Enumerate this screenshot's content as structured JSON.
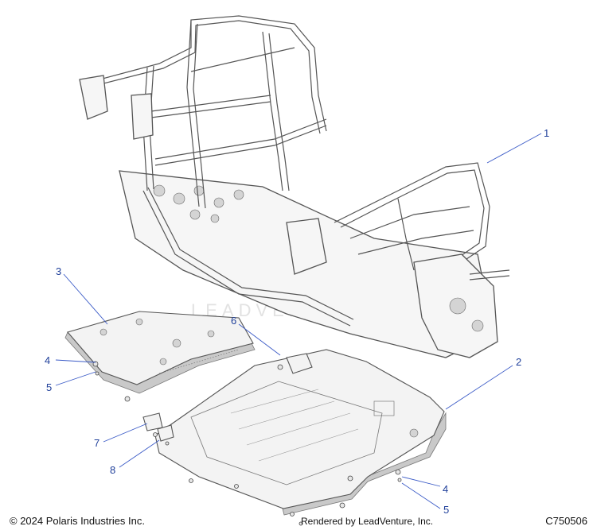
{
  "callouts": {
    "c1": "1",
    "c2": "2",
    "c3": "3",
    "c4a": "4",
    "c4b": "4",
    "c5a": "5",
    "c5b": "5",
    "c6": "6",
    "c7": "7",
    "c8": "8"
  },
  "watermark": "LEADVENTURE",
  "footer": {
    "copyright": "© 2024 Polaris Industries Inc.",
    "rendered_by": "Rendered by LeadVenture, Inc.",
    "code": "C750506"
  },
  "colors": {
    "callout_text": "#1f3f9a",
    "leader_line": "#3b5bc7",
    "line_art": "#555555"
  }
}
